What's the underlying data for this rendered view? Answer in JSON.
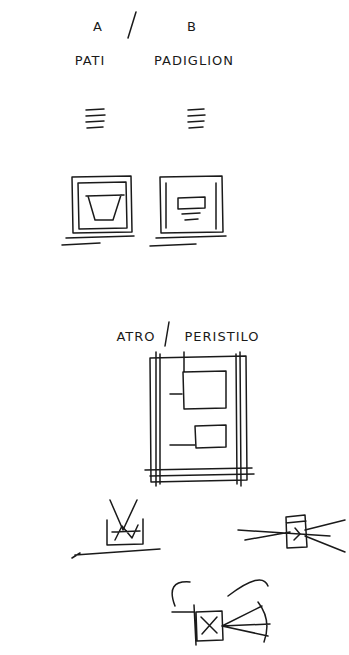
{
  "diagram": {
    "labels": [
      "A",
      "B",
      "PATI",
      "PADIGLION",
      "ATRO",
      "PERISTILO"
    ]
  }
}
